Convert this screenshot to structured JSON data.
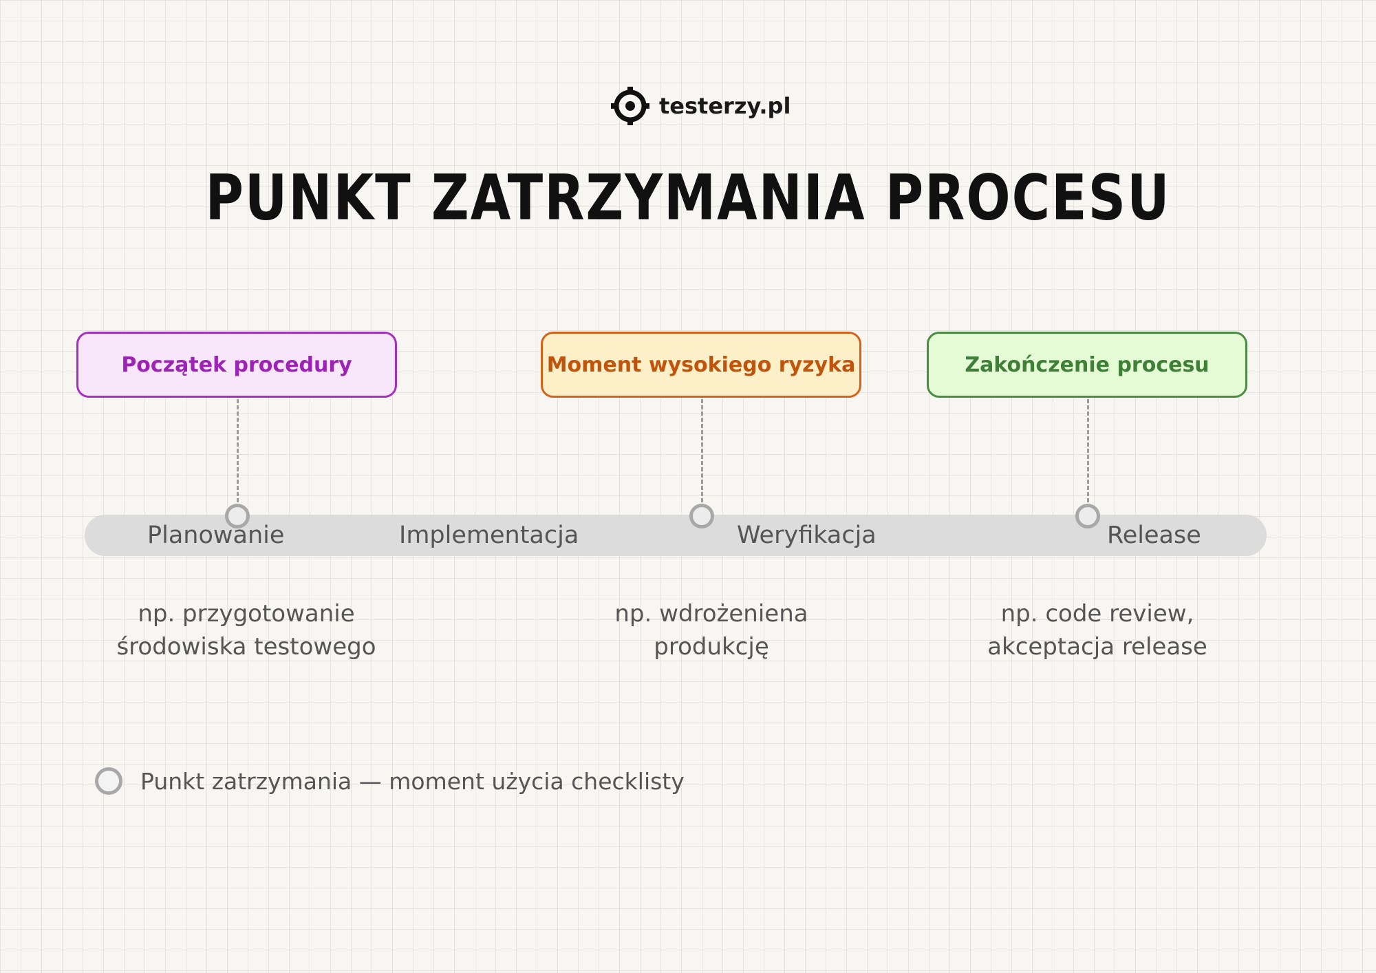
{
  "brand": {
    "name": "testerzy.pl",
    "icon": "target-gear-icon"
  },
  "title": "PUNKT ZATRZYMANIA PROCESU",
  "checkpoints": [
    {
      "label": "Początek procedury",
      "color": "#a62fbf",
      "fill": "#f8e6fb"
    },
    {
      "label": "Moment wysokiego ryzyka",
      "color": "#d3631b",
      "fill": "#fdf0c8"
    },
    {
      "label": "Zakończenie procesu",
      "color": "#4b8c43",
      "fill": "#e5fbd5"
    }
  ],
  "phases": [
    "Planowanie",
    "Implementacja",
    "Weryfikacja",
    "Release"
  ],
  "examples": [
    {
      "line1": "np. przygotowanie",
      "line2": "środowiska testowego"
    },
    {
      "line1": "np. wdrożeniena",
      "line2": "produkcję"
    },
    {
      "line1": "np. code review,",
      "line2": "akceptacja release"
    }
  ],
  "legend": "Punkt zatrzymania — moment użycia checklisty"
}
